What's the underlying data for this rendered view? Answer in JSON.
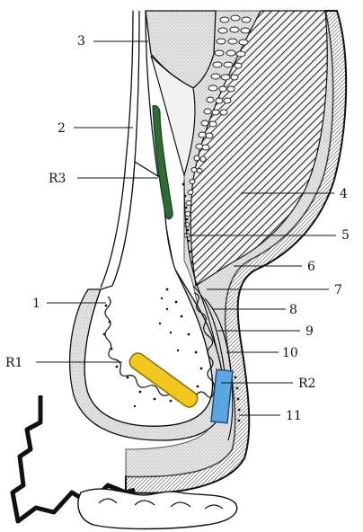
{
  "labels": {
    "n1": "1",
    "n2": "2",
    "n3": "3",
    "n4": "4",
    "n5": "5",
    "n6": "6",
    "n7": "7",
    "n8": "8",
    "n9": "9",
    "n10": "10",
    "n11": "11",
    "r1": "R1",
    "r2": "R2",
    "r3": "R3"
  },
  "colors": {
    "outline": "#111111",
    "stippled_tissue": "#d9d9d9",
    "muscle_hatch": "#2b2b2b",
    "marker_r1": "#f2c81e",
    "marker_r2": "#5aa6e0",
    "marker_r3": "#2f6b35"
  }
}
